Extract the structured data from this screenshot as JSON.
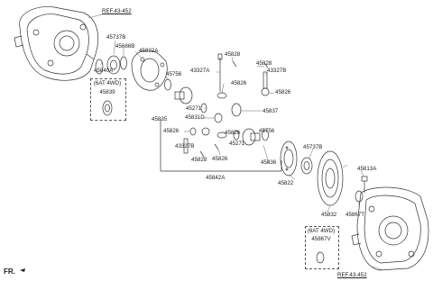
{
  "labels": {
    "ref_upper": "REF.43-452",
    "ref_lower": "REF.43-452",
    "p45737b": "45737B",
    "p45686b": "45686B",
    "p45822a": "45822A",
    "p45840a": "45840A",
    "p45756": "45756",
    "p43327a": "43327A",
    "p45828": "45828",
    "p45826": "45826",
    "p43327b": "43327B",
    "p45837": "45837",
    "p45271": "45271",
    "p45835": "45835",
    "p45831d": "45831D",
    "p45836": "45836",
    "p45842a": "45842A",
    "p45822": "45822",
    "p45813a": "45813A",
    "p45832": "45832",
    "p45867t": "45867T",
    "p45839": "45839",
    "p45867v": "45867V",
    "box_variant": "(6AT 4WD)",
    "fr": "FR."
  }
}
